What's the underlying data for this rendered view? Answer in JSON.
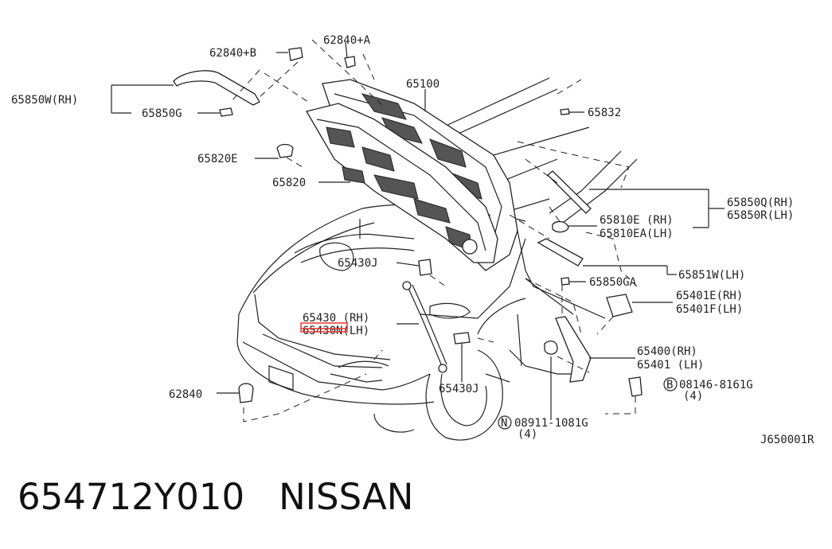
{
  "diagram": {
    "code": "J650001R",
    "labels": {
      "p62840B": "62840+B",
      "p62840A": "62840+A",
      "p65850W": "65850W(RH)",
      "p65850G": "65850G",
      "p65100": "65100",
      "p65832": "65832",
      "p65820E": "65820E",
      "p65820": "65820",
      "p65850Q": "65850Q(RH)",
      "p65850R": "65850R(LH)",
      "p65810E": "65810E (RH)",
      "p65810EA": "65810EA(LH)",
      "p65430J_top": "65430J",
      "p65850GA": "65850GA",
      "p65851W": "65851W(LH)",
      "p65401E": "65401E(RH)",
      "p65401F": "65401F(LH)",
      "p65430RH": "65430 (RH)",
      "p65430N_prefix": "65430",
      "p65430N_suffix": "N(LH)",
      "p65400": "65400(RH)",
      "p65401": "65401 (LH)",
      "p62840": "62840",
      "p65430J_bottom": "65430J",
      "p08146": "08146-8161G",
      "p08146_qty": "(4)",
      "p08146_marker": "B",
      "p08911": "08911-1081G",
      "p08911_qty": "(4)",
      "p08911_marker": "N"
    },
    "highlight_color": "#e8362f"
  },
  "footer": {
    "part_number": "654712Y010",
    "brand": "NISSAN"
  }
}
